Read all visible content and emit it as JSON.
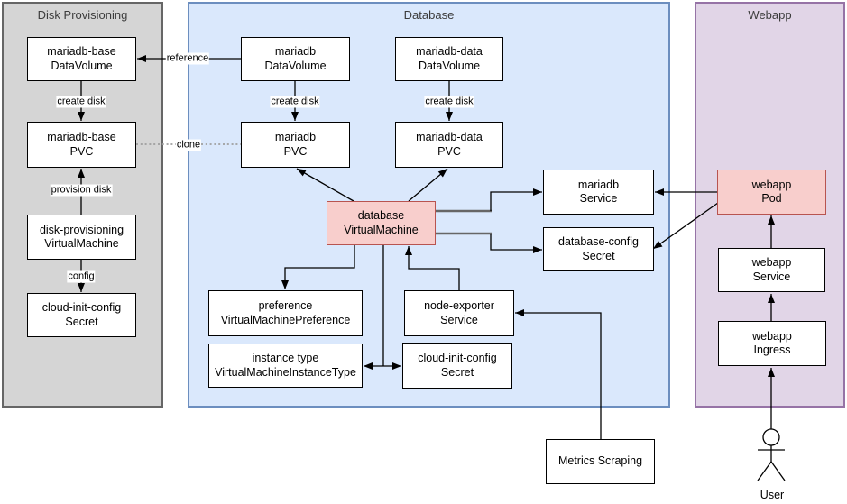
{
  "colors": {
    "canvas_bg": "#ffffff",
    "gray_fill": "#d5d5d5",
    "gray_border": "#666666",
    "blue_fill": "#dae8fc",
    "blue_border": "#6c8ebf",
    "purple_fill": "#e1d5e7",
    "purple_border": "#9673a6",
    "pink_fill": "#f8cecc",
    "pink_border": "#b85450",
    "node_fill": "#ffffff",
    "node_border": "#000000",
    "edge": "#000000",
    "edge_gray": "#666666",
    "edge_dotted": "#9e9e9e",
    "text": "#000000",
    "title_text": "#3c3c3c"
  },
  "sections": {
    "disk_provisioning": {
      "title": "Disk Provisioning"
    },
    "database": {
      "title": "Database"
    },
    "webapp": {
      "title": "Webapp"
    }
  },
  "nodes": {
    "mariadb_base_datavolume": {
      "line1": "mariadb-base",
      "line2": "DataVolume"
    },
    "mariadb_base_pvc": {
      "line1": "mariadb-base",
      "line2": "PVC"
    },
    "disk_provisioning_vm": {
      "line1": "disk-provisioning",
      "line2": "VirtualMachine"
    },
    "cloud_init_config_secret_dp": {
      "line1": "cloud-init-config",
      "line2": "Secret"
    },
    "mariadb_datavolume": {
      "line1": "mariadb",
      "line2": "DataVolume"
    },
    "mariadb_pvc": {
      "line1": "mariadb",
      "line2": "PVC"
    },
    "mariadb_data_datavolume": {
      "line1": "mariadb-data",
      "line2": "DataVolume"
    },
    "mariadb_data_pvc": {
      "line1": "mariadb-data",
      "line2": "PVC"
    },
    "database_vm": {
      "line1": "database",
      "line2": "VirtualMachine"
    },
    "mariadb_service": {
      "line1": "mariadb",
      "line2": "Service"
    },
    "database_config_secret": {
      "line1": "database-config",
      "line2": "Secret"
    },
    "preference": {
      "line1": "preference",
      "line2": "VirtualMachinePreference"
    },
    "instance_type": {
      "line1": "instance type",
      "line2": "VirtualMachineInstanceType"
    },
    "node_exporter_service": {
      "line1": "node-exporter",
      "line2": "Service"
    },
    "cloud_init_config_secret_db": {
      "line1": "cloud-init-config",
      "line2": "Secret"
    },
    "metrics_scraping": {
      "label": "Metrics Scraping"
    },
    "webapp_pod": {
      "line1": "webapp",
      "line2": "Pod"
    },
    "webapp_service": {
      "line1": "webapp",
      "line2": "Service"
    },
    "webapp_ingress": {
      "line1": "webapp",
      "line2": "Ingress"
    },
    "user": {
      "label": "User"
    }
  },
  "edge_labels": {
    "reference": "reference",
    "create_disk_base": "create disk",
    "create_disk_mariadb": "create disk",
    "create_disk_mariadb_data": "create disk",
    "clone": "clone",
    "provision_disk": "provision disk",
    "config": "config"
  }
}
